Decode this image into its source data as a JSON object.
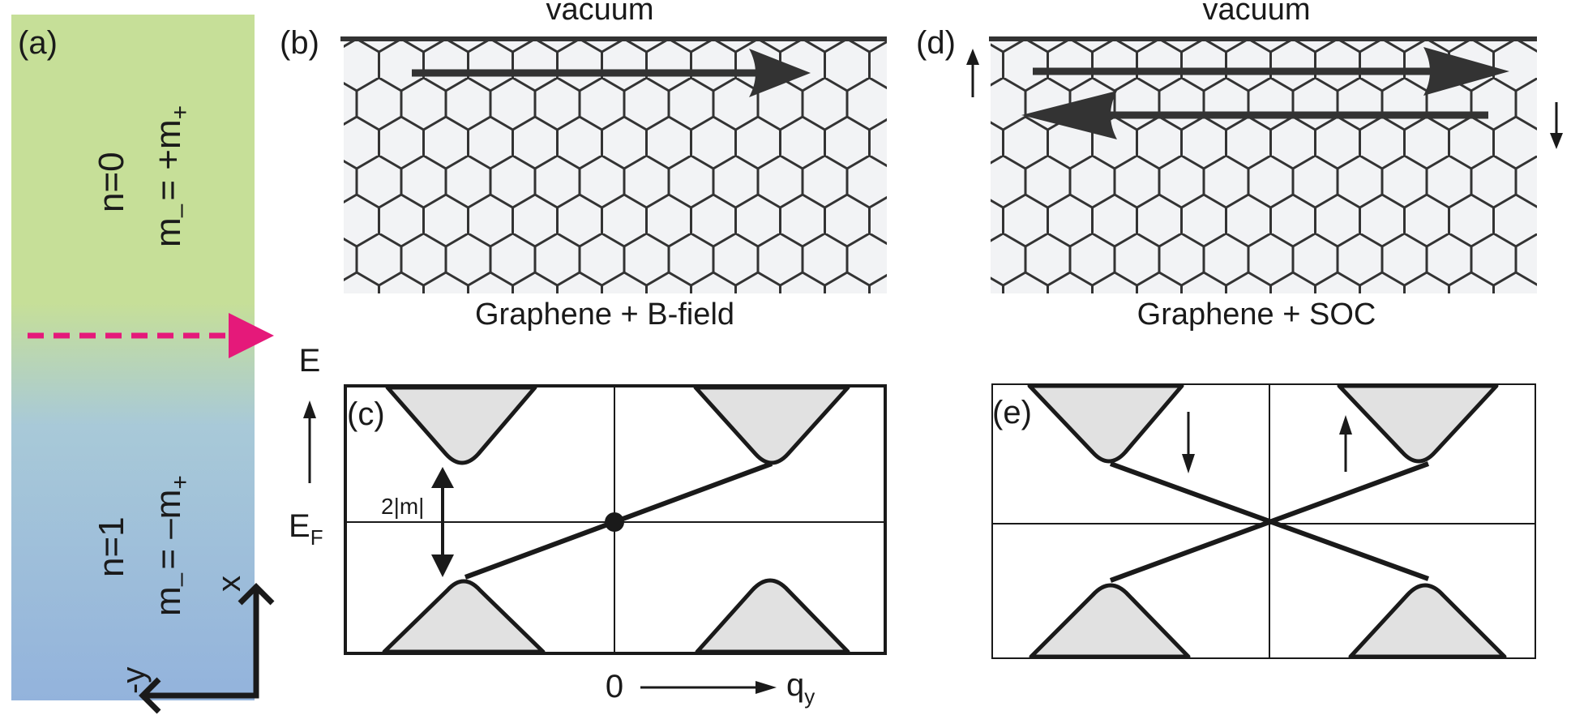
{
  "panel_a": {
    "label": "(a)",
    "upper_region": {
      "index_text": "n=0",
      "mass_text": "m",
      "mass_sub": "–",
      "mass_rhs": "= +m",
      "mass_rhs_sub": "+"
    },
    "lower_region": {
      "index_text": "n=1",
      "mass_text": "m",
      "mass_sub": "–",
      "mass_rhs": "= –m",
      "mass_rhs_sub": "+"
    },
    "axis_x_label": "x",
    "axis_y_label": "-y",
    "colors": {
      "top": "#c6df98",
      "bottom": "#93b3dc",
      "arrow": "#e5197a"
    }
  },
  "panel_b": {
    "label": "(b)",
    "top_text": "vacuum",
    "caption": "Graphene + B-field"
  },
  "panel_c": {
    "label": "(c)",
    "energy_label": "E",
    "fermi_label": "E",
    "fermi_sub": "F",
    "gap_label": "2|m|",
    "origin_label": "0",
    "momentum_label": "q",
    "momentum_sub": "y"
  },
  "panel_d": {
    "label": "(d)",
    "top_text": "vacuum",
    "caption": "Graphene + SOC",
    "colors": {
      "sheet": "#f2f3f5",
      "line": "#333333"
    }
  },
  "panel_e": {
    "label": "(e)"
  },
  "colors": {
    "band_fill": "#e1e1e1",
    "ink": "#1a1a1a"
  }
}
